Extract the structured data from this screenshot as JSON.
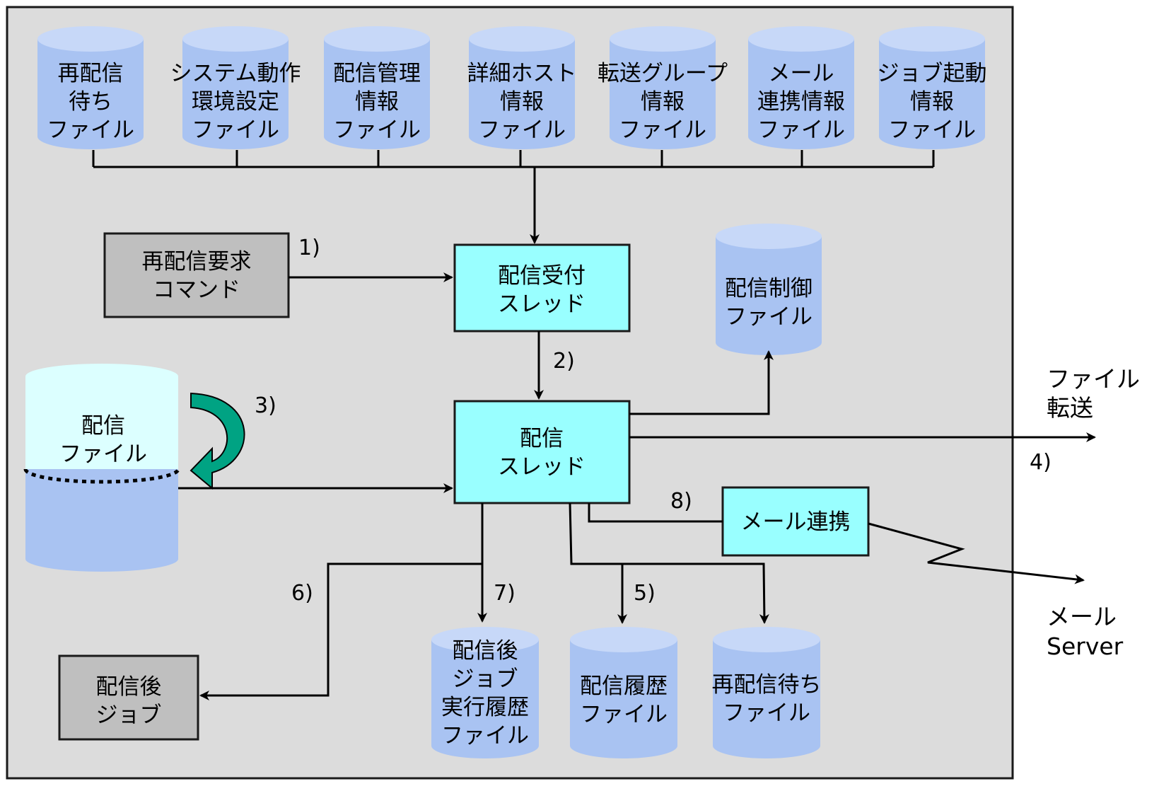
{
  "colors": {
    "panel_bg": "#dcdcdc",
    "panel_border": "#1a1a1a",
    "cylinder_fill": "#a9c3f2",
    "cylinder_top": "#c7d8f8",
    "thread_fill": "#99ffff",
    "command_fill": "#bfbfbf",
    "delivery_file_top": "#dcffff",
    "arrow_green": "#00a383",
    "line": "#000000"
  },
  "top_files": [
    {
      "lines": [
        "再配信",
        "待ち",
        "ファイル"
      ]
    },
    {
      "lines": [
        "システム動作",
        "環境設定",
        "ファイル"
      ]
    },
    {
      "lines": [
        "配信管理",
        "情報",
        "ファイル"
      ]
    },
    {
      "lines": [
        "詳細ホスト",
        "情報",
        "ファイル"
      ]
    },
    {
      "lines": [
        "転送グループ",
        "情報",
        "ファイル"
      ]
    },
    {
      "lines": [
        "メール",
        "連携情報",
        "ファイル"
      ]
    },
    {
      "lines": [
        "ジョブ起動",
        "情報",
        "ファイル"
      ]
    }
  ],
  "command_box": {
    "lines": [
      "再配信要求",
      "コマンド"
    ]
  },
  "reception_thread": {
    "lines": [
      "配信受付",
      "スレッド"
    ]
  },
  "delivery_thread": {
    "lines": [
      "配信",
      "スレッド"
    ]
  },
  "control_file": {
    "lines": [
      "配信制御",
      "ファイル"
    ]
  },
  "delivery_file": {
    "lines": [
      "配信",
      "ファイル"
    ]
  },
  "mail_link": {
    "label": "メール連携"
  },
  "post_job": {
    "lines": [
      "配信後",
      "ジョブ"
    ]
  },
  "bottom_files": [
    {
      "lines": [
        "配信後",
        "ジョブ",
        "実行履歴",
        "ファイル"
      ]
    },
    {
      "lines": [
        "配信履歴",
        "ファイル"
      ]
    },
    {
      "lines": [
        "再配信待ち",
        "ファイル"
      ]
    }
  ],
  "outside": {
    "file_transfer": [
      "ファイル",
      "転送"
    ],
    "mail_server": [
      "メール",
      "Server"
    ]
  },
  "steps": {
    "s1": "1)",
    "s2": "2)",
    "s3": "3)",
    "s4": "4)",
    "s5": "5)",
    "s6": "6)",
    "s7": "7)",
    "s8": "8)"
  }
}
